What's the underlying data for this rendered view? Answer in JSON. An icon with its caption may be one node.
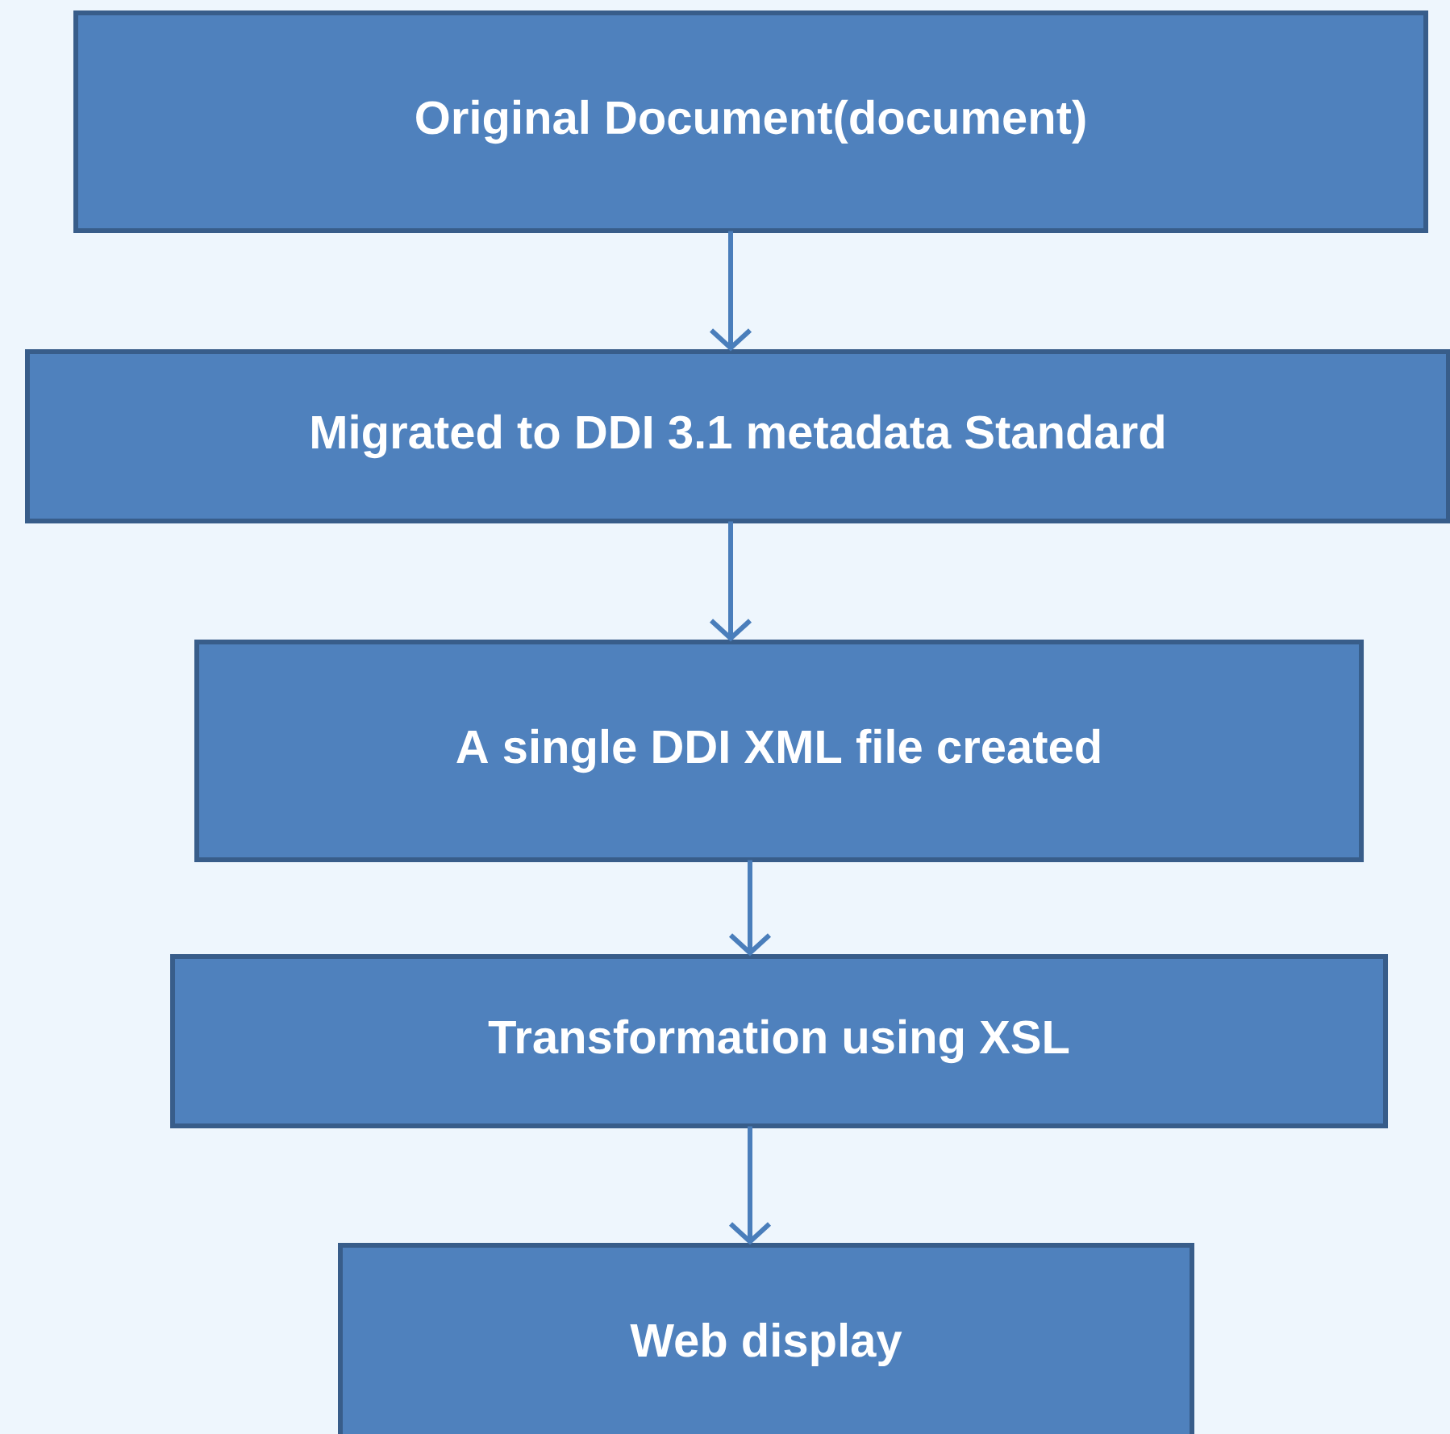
{
  "diagram": {
    "nodes": [
      {
        "text": [
          "Original Document(document)"
        ]
      },
      {
        "text": [
          "Migrated to DDI 3.1 metadata Standard"
        ]
      },
      {
        "text": [
          "A single DDI XML file created"
        ]
      },
      {
        "text": [
          "Transformation using XSL"
        ]
      },
      {
        "text": [
          "Web display"
        ]
      }
    ],
    "edges": [
      {
        "from": 0,
        "to": 1,
        "arrow": "to"
      },
      {
        "from": 1,
        "to": 2,
        "arrow": "to"
      },
      {
        "from": 2,
        "to": 3,
        "arrow": "to"
      },
      {
        "from": 3,
        "to": 4,
        "arrow": "to"
      }
    ]
  }
}
